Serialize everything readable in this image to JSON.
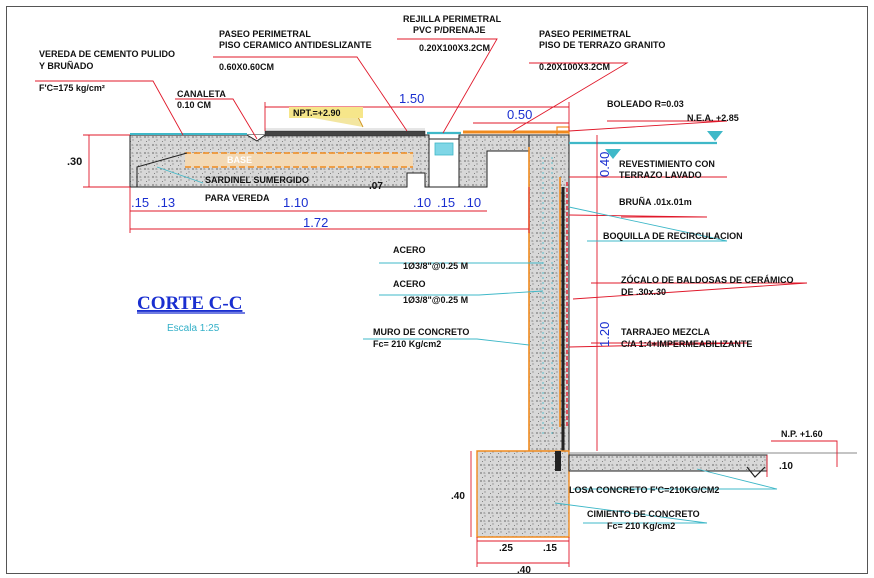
{
  "title": "CORTE C-C",
  "scale": "Escala 1:25",
  "labels": {
    "vereda": [
      "VEREDA DE CEMENTO PULIDO",
      "Y BRUÑADO",
      "F'C=175 kg/cm²"
    ],
    "canaleta": [
      "CANALETA",
      "0.10 CM"
    ],
    "paseo1": [
      "PASEO PERIMETRAL",
      "PISO CERAMICO ANTIDESLIZANTE",
      "0.60X0.60CM"
    ],
    "rejilla": [
      "REJILLA PERIMETRAL",
      "PVC P/DRENAJE",
      "0.20X100X3.2CM"
    ],
    "paseo2": [
      "PASEO PERIMETRAL",
      "PISO DE TERRAZO GRANITO",
      "0.20X100X3.2CM"
    ],
    "npt": "NPT.=+2.90",
    "boleado": "BOLEADO R=0.03",
    "nea": "N.E.A. +2.85",
    "revestimiento": [
      "REVESTIMIENTO CON",
      "TERRAZO LAVADO"
    ],
    "bruna": "BRUÑA .01x.01m",
    "boquilla": "BOQUILLA DE RECIRCULACION",
    "base": "BASE",
    "sardinel": [
      "SARDINEL SUMERGIDO",
      "PARA VEREDA"
    ],
    "acero1": [
      "ACERO",
      "1Ø3/8\"@0.25 M"
    ],
    "acero2": [
      "ACERO",
      "1Ø3/8\"@0.25 M"
    ],
    "zocalo": [
      "ZÓCALO DE BALDOSAS DE CERÁMICO",
      "DE .30x.30"
    ],
    "muro": [
      "MURO DE CONCRETO",
      "Fc= 210 Kg/cm2"
    ],
    "tarrajeo": [
      "TARRAJEO MEZCLA",
      "C/A 1:4+IMPERMEABILIZANTE"
    ],
    "np": "N.P. +1.60",
    "losa": "LOSA CONCRETO F'C=210KG/CM2",
    "cimiento": [
      "CIMIENTO DE CONCRETO",
      "Fc= 210 Kg/cm2"
    ]
  },
  "dims": {
    "d150": "1.50",
    "d050": "0.50",
    "d030": ".30",
    "d040": "0.40",
    "d007": ".07",
    "d015a": ".15",
    "d013": ".13",
    "d110": "1.10",
    "d010a": ".10",
    "d015b": ".15",
    "d010b": ".10",
    "d172": "1.72",
    "d120": "1.20",
    "d10np": ".10",
    "d040f": ".40",
    "d025": ".25",
    "d015c": ".15",
    "d040b": ".40"
  },
  "colors": {
    "concrete": "#c9c9c9",
    "water": "#7fd6e6",
    "orange": "#f08a1e",
    "red": "#e0182a",
    "cyan": "#3fb8c8",
    "blue": "#1a2fd0",
    "magenta": "#d0208a"
  }
}
